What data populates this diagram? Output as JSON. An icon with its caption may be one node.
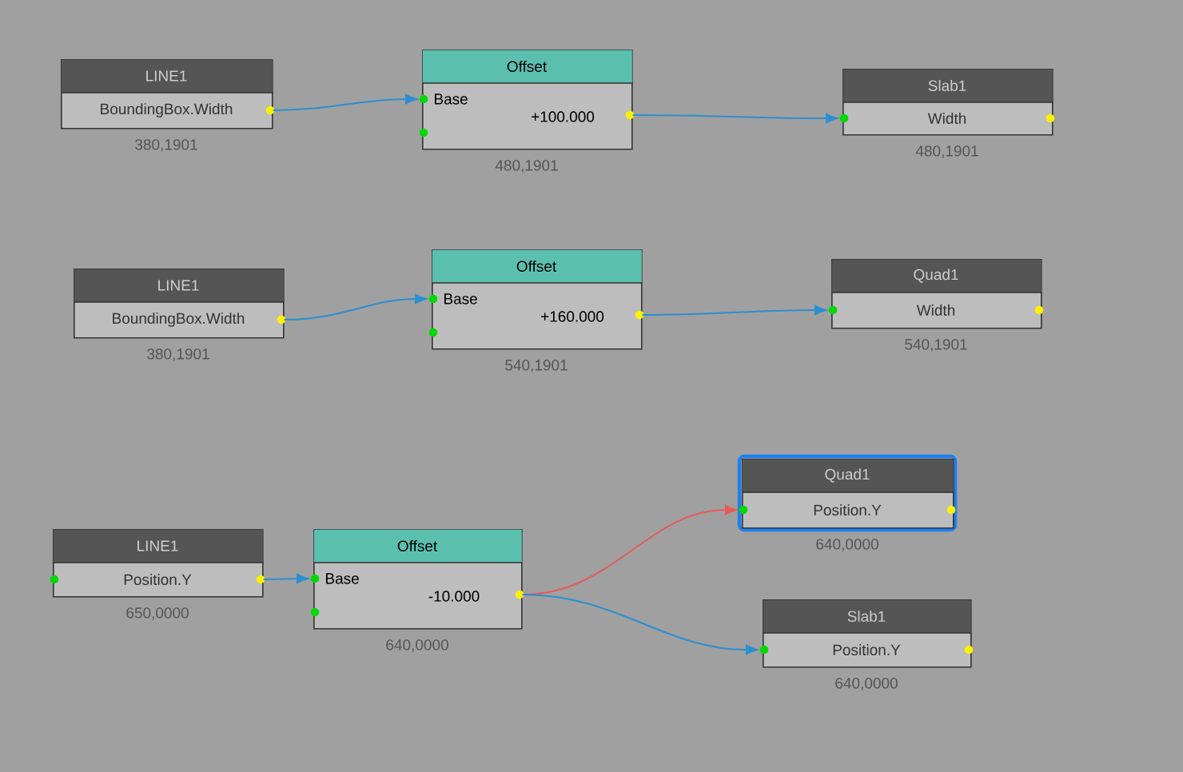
{
  "diagram": {
    "nodes": [
      {
        "text": [
          "LINE1",
          "BoundingBox.Width"
        ],
        "beside": [
          "380,1901"
        ]
      },
      {
        "text": [
          "Offset",
          "Base",
          "+100.000"
        ],
        "beside": [
          "480,1901"
        ]
      },
      {
        "text": [
          "Slab1",
          "Width"
        ],
        "beside": [
          "480,1901"
        ]
      },
      {
        "text": [
          "LINE1",
          "BoundingBox.Width"
        ],
        "beside": [
          "380,1901"
        ]
      },
      {
        "text": [
          "Offset",
          "Base",
          "+160.000"
        ],
        "beside": [
          "540,1901"
        ]
      },
      {
        "text": [
          "Quad1",
          "Width"
        ],
        "beside": [
          "540,1901"
        ]
      },
      {
        "text": [
          "Quad1",
          "Position.Y"
        ],
        "beside": [
          "640,0000"
        ]
      },
      {
        "text": [
          "LINE1",
          "Position.Y"
        ],
        "beside": [
          "650,0000"
        ]
      },
      {
        "text": [
          "Offset",
          "Base",
          "-10.000"
        ],
        "beside": [
          "640,0000"
        ]
      },
      {
        "text": [
          "Slab1",
          "Position.Y"
        ],
        "beside": [
          "640,0000"
        ]
      }
    ],
    "edges": [
      {
        "from": 0,
        "to": 1,
        "arrow": "to"
      },
      {
        "from": 1,
        "to": 2,
        "arrow": "to"
      },
      {
        "from": 3,
        "to": 4,
        "arrow": "to"
      },
      {
        "from": 4,
        "to": 5,
        "arrow": "to"
      },
      {
        "from": 7,
        "to": 8,
        "arrow": "to"
      },
      {
        "from": 8,
        "to": 6,
        "arrow": "to",
        "color": "#e85a5a"
      },
      {
        "from": 8,
        "to": 9,
        "arrow": "to"
      }
    ]
  }
}
